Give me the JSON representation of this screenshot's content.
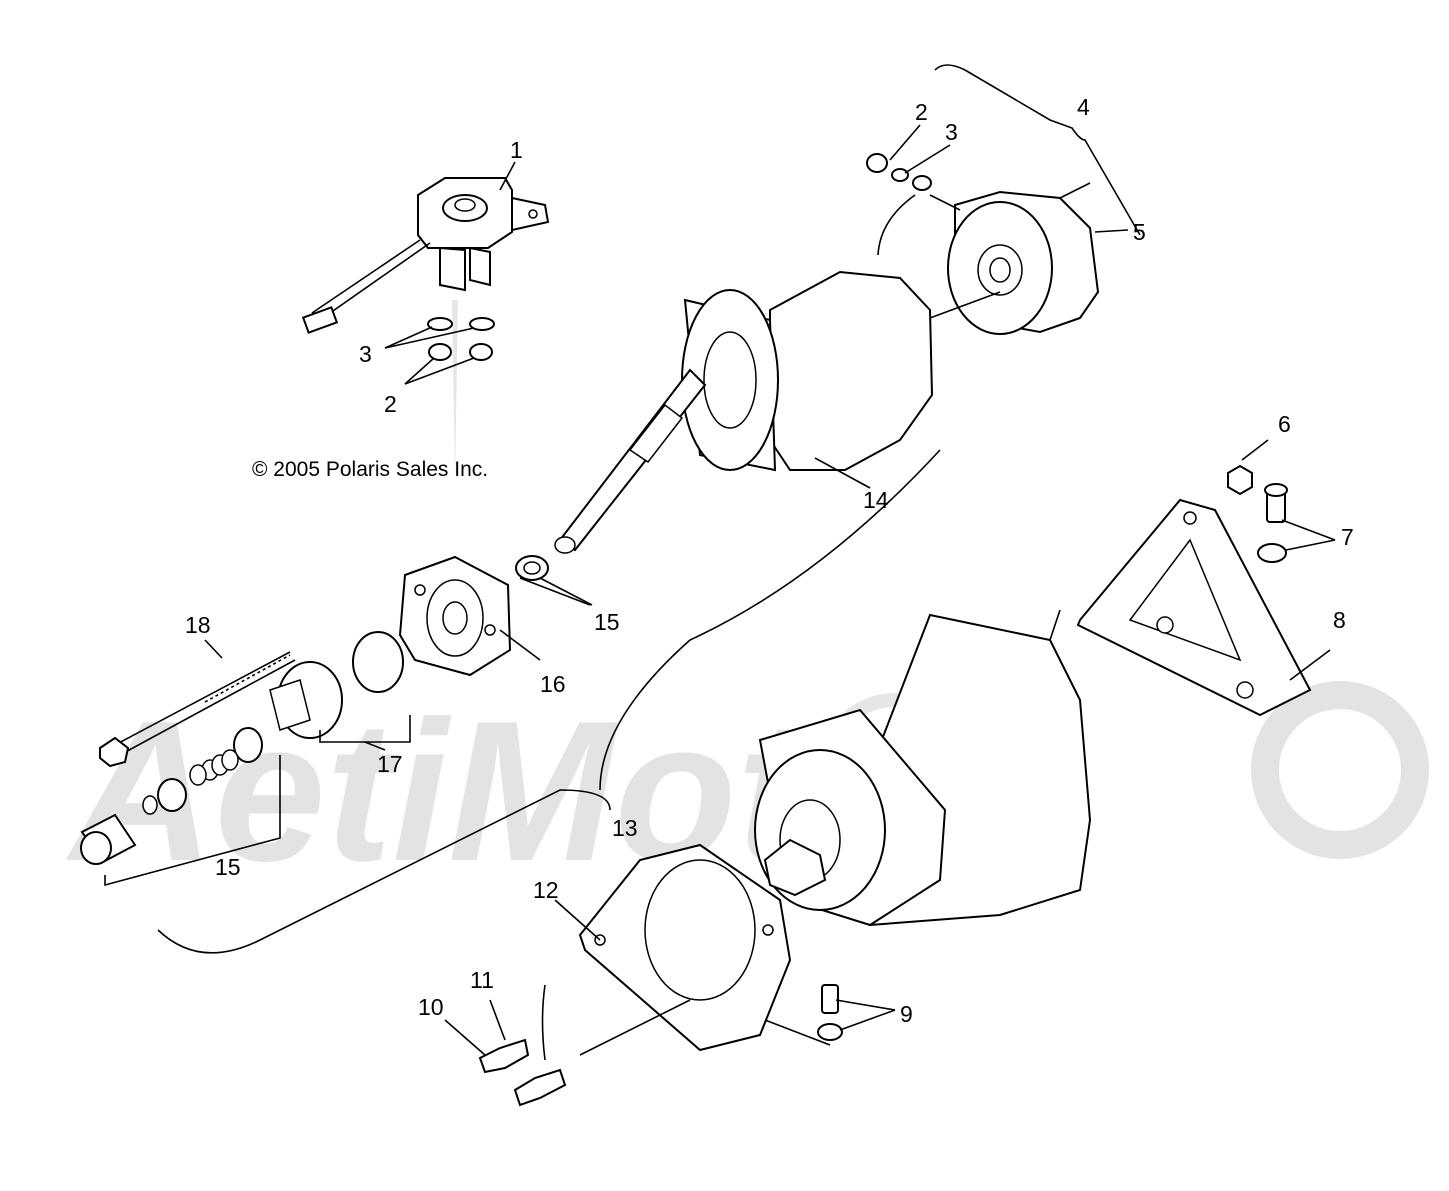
{
  "watermark": "AetiMoto",
  "copyright": "© 2005 Polaris Sales Inc.",
  "callouts": {
    "c1": "1",
    "c2a": "2",
    "c3a": "3",
    "c2b": "2",
    "c3b": "3",
    "c4": "4",
    "c5": "5",
    "c6": "6",
    "c7": "7",
    "c8": "8",
    "c9": "9",
    "c10": "10",
    "c11": "11",
    "c12": "12",
    "c13": "13",
    "c14": "14",
    "c15a": "15",
    "c15b": "15",
    "c16": "16",
    "c17": "17",
    "c18": "18"
  }
}
